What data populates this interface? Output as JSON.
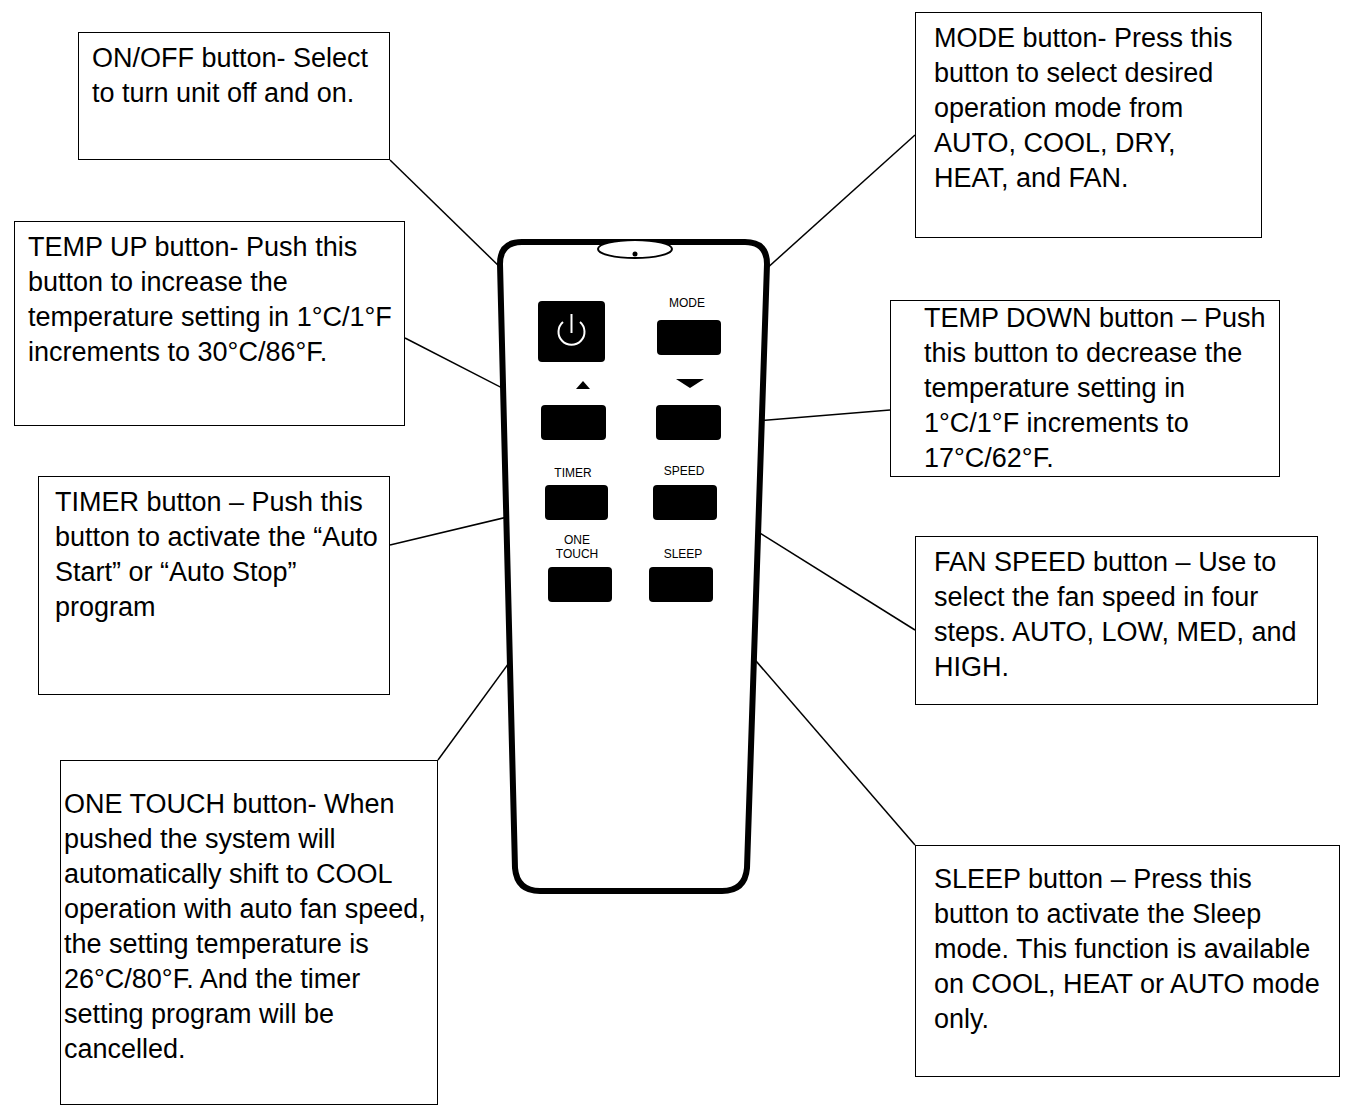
{
  "diagram": {
    "nodes": [
      {
        "text": [
          "ON/OFF button- Select to turn unit off and on."
        ]
      },
      {
        "text": [
          "MODE button- Press this button to select desired operation mode from AUTO, COOL, DRY, HEAT, and FAN."
        ]
      },
      {
        "text": [
          "TEMP UP button- Push this button to increase the temperature setting in 1°C/1°F increments to 30°C/86°F."
        ]
      },
      {
        "text": [
          "TEMP DOWN button – Push this button to decrease the temperature setting in 1°C/1°F increments to 17°C/62°F."
        ]
      },
      {
        "text": [
          "TIMER button – Push this button to activate the “Auto Start” or “Auto Stop” program"
        ]
      },
      {
        "text": [
          "FAN SPEED button – Use to select the fan speed in four steps. AUTO, LOW, MED, and HIGH."
        ]
      },
      {
        "text": [
          "ONE TOUCH button- When pushed the system will automatically shift to COOL operation with auto fan speed, the setting temperature is 26°C/80°F. And the timer setting program will be cancelled."
        ]
      },
      {
        "text": [
          "SLEEP button – Press this button to activate the Sleep mode. This function is available on COOL, HEAT or AUTO mode only."
        ]
      }
    ],
    "labels": [
      "MODE",
      "TIMER",
      "SPEED",
      "ONE TOUCH",
      "SLEEP"
    ]
  }
}
